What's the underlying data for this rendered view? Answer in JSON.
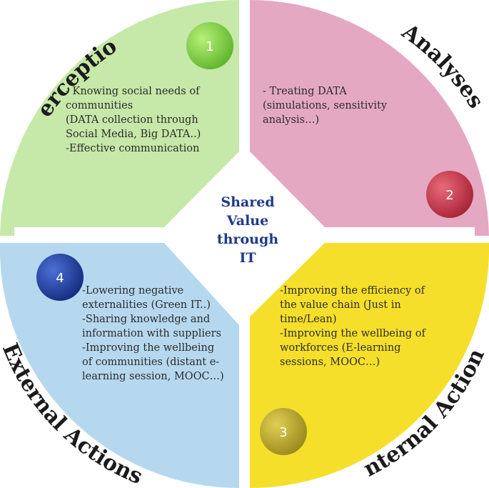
{
  "center": {
    "lines": [
      "Shared",
      "Value",
      "through",
      "IT"
    ]
  },
  "quadrants": [
    {
      "id": "perception",
      "title": "Perception",
      "number": "1",
      "color": "#c6e8a8",
      "badge_color": "#7ac943",
      "text": "- Knowing social needs of\ncommunities\n(DATA collection through\nSocial Media, Big DATA..)\n-Effective communication"
    },
    {
      "id": "analyses",
      "title": "Analyses",
      "number": "2",
      "color": "#e4a8c3",
      "badge_color": "#c8384a",
      "text": "- Treating DATA\n(simulations, sensitivity\nanalysis…)"
    },
    {
      "id": "internal-actions",
      "title": "Internal Actions",
      "number": "3",
      "color": "#f6df2a",
      "badge_color": "#bfae2c",
      "text": "-Improving the efficiency of\nthe value chain (Just in\ntime/Lean)\n-Improving the wellbeing of\nworkforces (E-learning\nsessions, MOOC…)"
    },
    {
      "id": "external-actions",
      "title": "External Actions",
      "number": "4",
      "color": "#b6d8ef",
      "badge_color": "#1f3f9e",
      "text": "-Lowering negative\nexternalities  (Green IT..)\n-Sharing knowledge and\ninformation with suppliers\n-Improving the wellbeing\nof communities (distant e-\nlearning session, MOOC…)"
    }
  ]
}
